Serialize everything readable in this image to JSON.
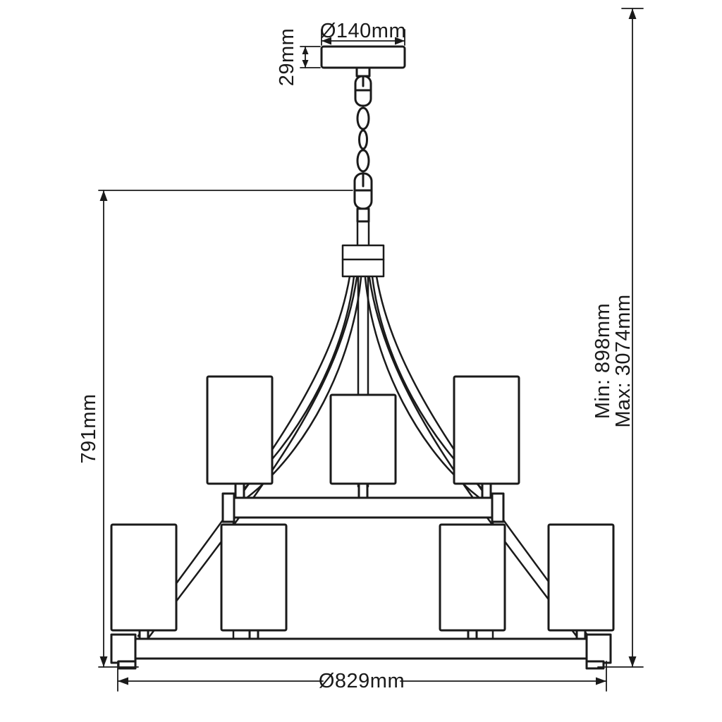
{
  "diagram": {
    "labels": {
      "canopy_diameter": "Ø140mm",
      "canopy_height": "29mm",
      "fixture_height": "791mm",
      "min_drop": "Min: 898mm",
      "max_drop": "Max: 3074mm",
      "fixture_diameter": "Ø829mm"
    },
    "colors": {
      "line": "#1a1a1a",
      "background": "#ffffff"
    }
  }
}
